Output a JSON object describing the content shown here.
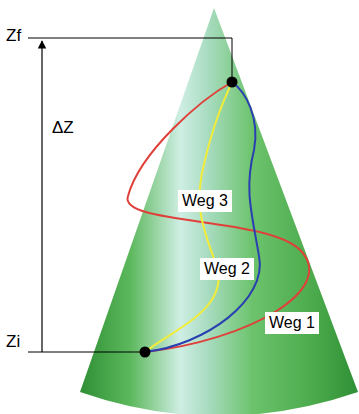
{
  "diagram": {
    "nodes": [
      {
        "text": [
          "Weg 3"
        ]
      },
      {
        "text": [
          "Weg 2"
        ]
      },
      {
        "text": [
          "Weg 1"
        ]
      }
    ],
    "labels": [
      "Zf",
      "ΔZ",
      "Zi"
    ]
  }
}
